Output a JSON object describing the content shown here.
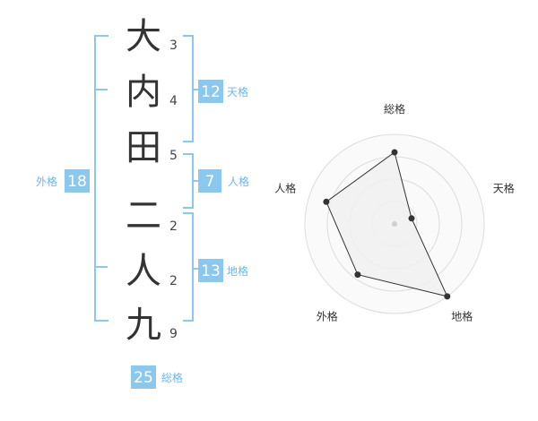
{
  "name": {
    "chars": [
      {
        "char": "大",
        "strokes": "3"
      },
      {
        "char": "内",
        "strokes": "4"
      },
      {
        "char": "田",
        "strokes": "5"
      },
      {
        "char": "二",
        "strokes": "2"
      },
      {
        "char": "人",
        "strokes": "2"
      },
      {
        "char": "九",
        "strokes": "9"
      }
    ]
  },
  "fortunes": {
    "tenkaku": {
      "value": "12",
      "label": "天格"
    },
    "jinkaku": {
      "value": "7",
      "label": "人格"
    },
    "chikaku": {
      "value": "13",
      "label": "地格"
    },
    "gaikaku": {
      "value": "18",
      "label": "外格"
    },
    "soukaku": {
      "value": "25",
      "label": "総格"
    }
  },
  "colors": {
    "bracket": "#8cc8ee",
    "badge": "#8cc8ee",
    "badge_label": "#6fb6e6",
    "radar_fill": "#f0f0f0",
    "radar_ring": "#dcdcdc",
    "radar_line": "#333333"
  },
  "chart_data": {
    "type": "radar",
    "axes": [
      "総格",
      "天格",
      "地格",
      "外格",
      "人格"
    ],
    "values": [
      4,
      1,
      5,
      3.5,
      4
    ],
    "rmax": 5,
    "rings": 4
  }
}
